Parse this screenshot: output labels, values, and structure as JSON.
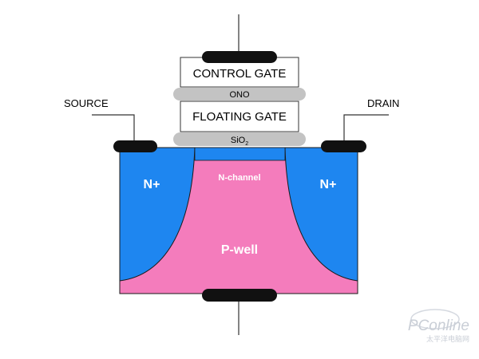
{
  "diagram": {
    "control_gate_label": "CONTROL GATE",
    "ono_label": "ONO",
    "floating_gate_label": "FLOATING GATE",
    "oxide_label_main": "SiO",
    "oxide_label_sub": "2",
    "source_label": "SOURCE",
    "drain_label": "DRAIN",
    "left_n_label": "N+",
    "right_n_label": "N+",
    "channel_label": "N-channel",
    "well_label": "P-well"
  },
  "watermark": {
    "main": "PConline",
    "sub": "太平洋电脑网"
  },
  "colors": {
    "n_region": "#1e86f0",
    "p_well": "#f47cbc",
    "oxide_gray": "#c3c3c3",
    "contact": "#111111",
    "outline": "#1a1a1a"
  }
}
